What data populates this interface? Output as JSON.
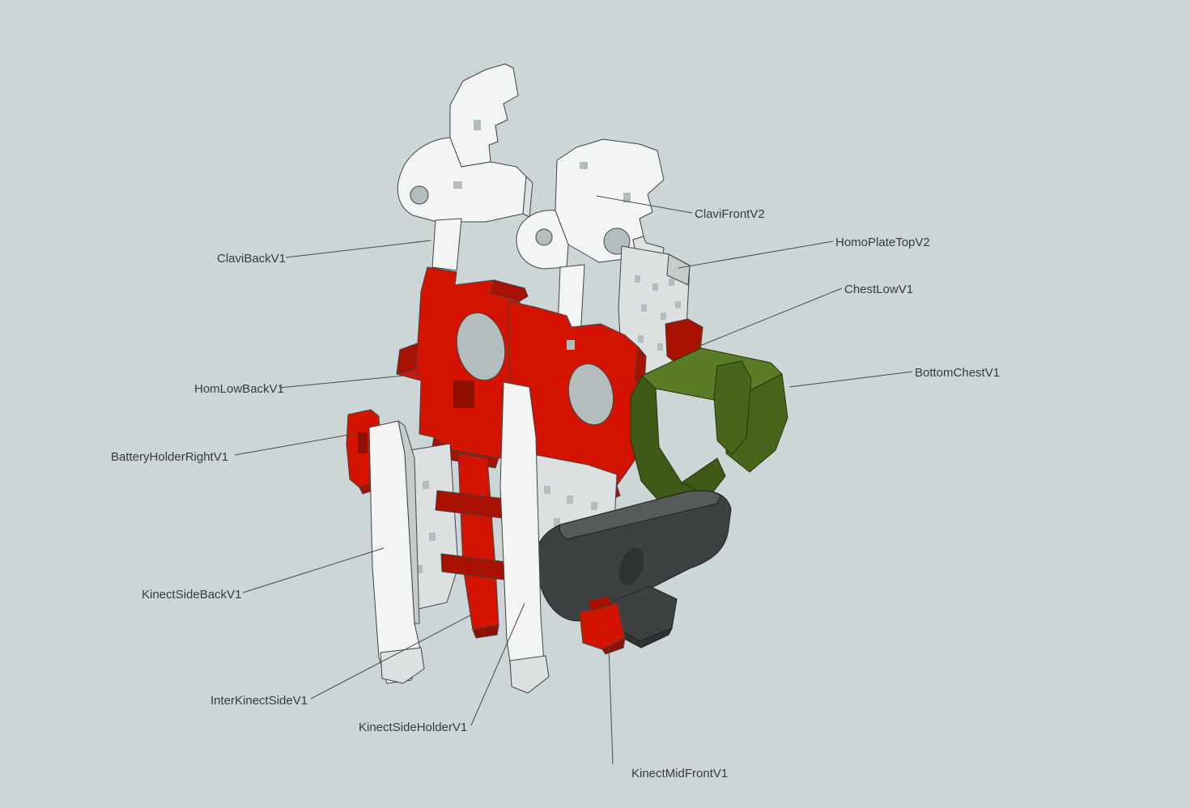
{
  "scene": {
    "background": "#ccd6d6",
    "label_color": "#3a3a3a",
    "leader_color": "#4a4a4a",
    "colors": {
      "white": "#f3f4f4",
      "white-shade": "#dde0e0",
      "white-dark": "#c6cbcb",
      "red": "#d41400",
      "red-shade": "#a81000",
      "red-dark": "#8f1000",
      "green": "#5a7c26",
      "green-shade": "#47661c",
      "green-dark": "#3f5a17",
      "dark": "#3e4142",
      "dark-shade": "#2f3333",
      "dark-light": "#555a5a",
      "hole": "#b3bdbd",
      "edge": "#3f4445"
    }
  },
  "labels": [
    {
      "text": "ClaviBackV1"
    },
    {
      "text": "ClaviFrontV2"
    },
    {
      "text": "HomoPlateTopV2"
    },
    {
      "text": "ChestLowV1"
    },
    {
      "text": "BottomChestV1"
    },
    {
      "text": "HomLowBackV1"
    },
    {
      "text": "BatteryHolderRightV1"
    },
    {
      "text": "KinectSideBackV1"
    },
    {
      "text": "InterKinectSideV1"
    },
    {
      "text": "KinectSideHolderV1"
    },
    {
      "text": "KinectMidFrontV1"
    }
  ]
}
